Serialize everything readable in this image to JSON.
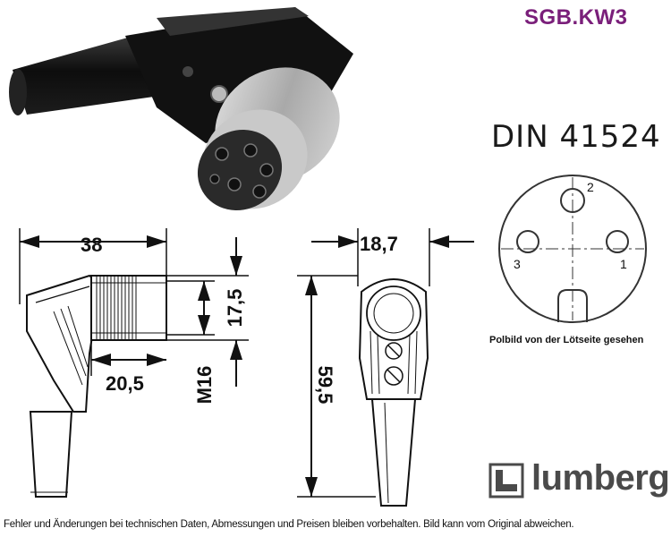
{
  "product_code": "SGB.KW3",
  "standard": "DIN 41524",
  "pin_diagram": {
    "pins": [
      "1",
      "2",
      "3"
    ],
    "caption": "Polbild von der Lötseite gesehen"
  },
  "dimensions": {
    "length_top": "38",
    "shell_length": "20,5",
    "diameter_shell": "17,5",
    "thread": "M16",
    "width": "18,7",
    "height": "59,5"
  },
  "brand": {
    "name": "lumberg",
    "logo_icon": "lumberg-logo-icon",
    "color": "#4a4a4a"
  },
  "footer": {
    "disclaimer": "Fehler und Änderungen bei technischen Daten, Abmessungen und Preisen bleiben vorbehalten. Bild kann vom Original abweichen."
  },
  "colors": {
    "product_code": "#7a1f7a"
  }
}
